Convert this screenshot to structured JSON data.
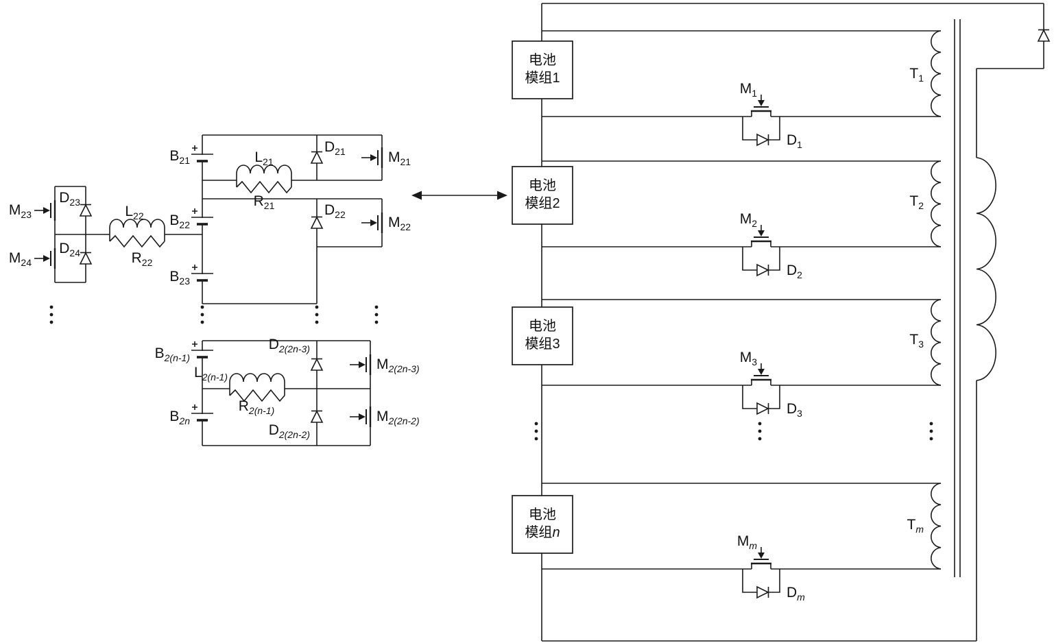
{
  "colors": {
    "ink": "#1a1a1a",
    "background": "#ffffff"
  },
  "left_circuit": {
    "batteries": {
      "b21": {
        "base": "B",
        "sub": "21"
      },
      "b22": {
        "base": "B",
        "sub": "22"
      },
      "b23": {
        "base": "B",
        "sub": "23"
      },
      "b2n1": {
        "base": "B",
        "sub": "2(n-1)"
      },
      "b2n": {
        "base": "B",
        "sub": "2n"
      }
    },
    "inductors": {
      "l21": {
        "base": "L",
        "sub": "21"
      },
      "l22": {
        "base": "L",
        "sub": "22"
      },
      "l2n1": {
        "base": "L",
        "sub": "2(n-1)"
      }
    },
    "resistors": {
      "r21": {
        "base": "R",
        "sub": "21"
      },
      "r22": {
        "base": "R",
        "sub": "22"
      },
      "r2n1": {
        "base": "R",
        "sub": "2(n-1)"
      }
    },
    "diodes": {
      "d21": {
        "base": "D",
        "sub": "21"
      },
      "d22": {
        "base": "D",
        "sub": "22"
      },
      "d23": {
        "base": "D",
        "sub": "23"
      },
      "d24": {
        "base": "D",
        "sub": "24"
      },
      "d2n3": {
        "base": "D",
        "sub": "2(2n-3)"
      },
      "d2n2": {
        "base": "D",
        "sub": "2(2n-2)"
      }
    },
    "mosfets": {
      "m21": {
        "base": "M",
        "sub": "21"
      },
      "m22": {
        "base": "M",
        "sub": "22"
      },
      "m23": {
        "base": "M",
        "sub": "23"
      },
      "m24": {
        "base": "M",
        "sub": "24"
      },
      "m2n3": {
        "base": "M",
        "sub": "2(2n-3)"
      },
      "m2n2": {
        "base": "M",
        "sub": "2(2n-2)"
      }
    }
  },
  "right_circuit": {
    "modules": [
      {
        "line1": "电池",
        "line2": "模组",
        "num": "1"
      },
      {
        "line1": "电池",
        "line2": "模组",
        "num": "2"
      },
      {
        "line1": "电池",
        "line2": "模组",
        "num": "3"
      },
      {
        "line1": "电池",
        "line2": "模组",
        "num": "n"
      }
    ],
    "transformers": [
      {
        "base": "T",
        "sub": "1"
      },
      {
        "base": "T",
        "sub": "2"
      },
      {
        "base": "T",
        "sub": "3"
      },
      {
        "base": "T",
        "sub": "m"
      }
    ],
    "mosfets": [
      {
        "base": "M",
        "sub": "1"
      },
      {
        "base": "M",
        "sub": "2"
      },
      {
        "base": "M",
        "sub": "3"
      },
      {
        "base": "M",
        "sub": "m"
      }
    ],
    "diodes": [
      {
        "base": "D",
        "sub": "1"
      },
      {
        "base": "D",
        "sub": "2"
      },
      {
        "base": "D",
        "sub": "3"
      },
      {
        "base": "D",
        "sub": "m"
      }
    ]
  }
}
